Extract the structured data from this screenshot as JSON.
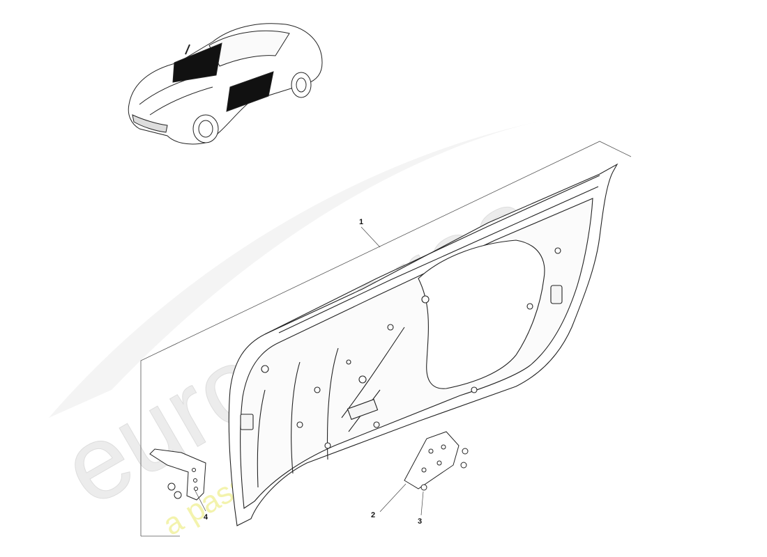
{
  "watermark": {
    "brand": "eurospares",
    "tagline": "a passion for parts since 1985",
    "brand_color": "#e8e8e8",
    "tagline_color": "#f3f39a"
  },
  "callouts": [
    {
      "number": "1",
      "part": "door-shell"
    },
    {
      "number": "2",
      "part": "hinge-plate"
    },
    {
      "number": "3",
      "part": "bolt"
    },
    {
      "number": "4",
      "part": "hinge-bracket"
    }
  ],
  "colors": {
    "line": "#222222",
    "fill": "#ffffff",
    "window_fill": "#111111"
  }
}
